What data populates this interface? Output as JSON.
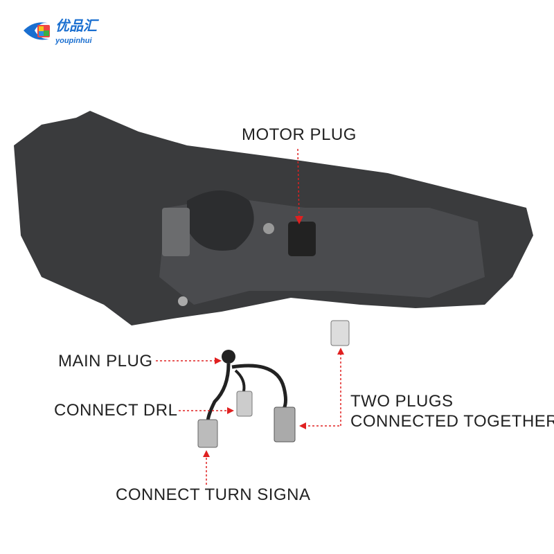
{
  "logo": {
    "name_cn": "优品汇",
    "name_en": "youpinhui"
  },
  "labels": {
    "motor_plug": "MOTOR PLUG",
    "main_plug": "MAIN PLUG",
    "connect_drl": "CONNECT DRL",
    "two_plugs_line1": "TWO PLUGS",
    "two_plugs_line2": "CONNECTED TOGETHER",
    "turn_signal": "CONNECT TURN SIGNA"
  },
  "colors": {
    "arrow": "#e02020",
    "housing": "#3a3b3d",
    "brand": "#1a6fd0"
  }
}
